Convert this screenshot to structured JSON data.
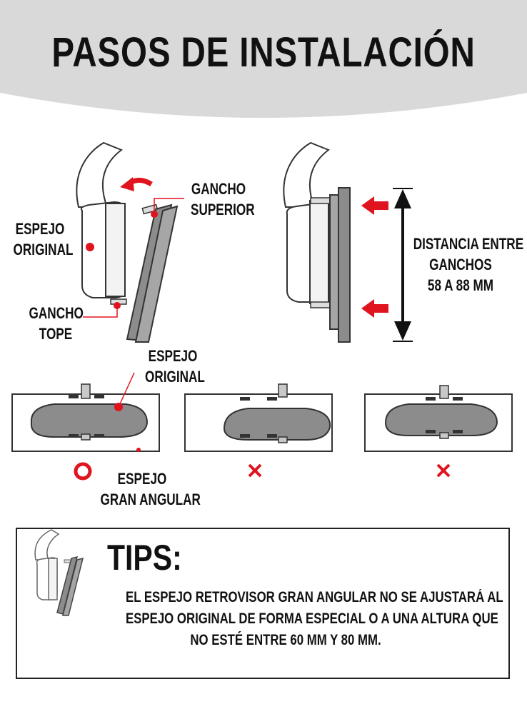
{
  "title": "PASOS DE INSTALACIÓN",
  "labels": {
    "gancho_superior": [
      "GANCHO",
      "SUPERIOR"
    ],
    "espejo_original_top": [
      "ESPEJO",
      "ORIGINAL"
    ],
    "gancho_tope": [
      "GANCHO",
      "TOPE"
    ],
    "distancia": [
      "DISTANCIA ENTRE",
      "GANCHOS",
      "58 A 88 MM"
    ],
    "espejo_original_mid": [
      "ESPEJO",
      "ORIGINAL"
    ],
    "espejo_gran_angular": [
      "ESPEJO",
      "GRAN ANGULAR"
    ]
  },
  "fit_marks": [
    {
      "icon": "correct-circle-icon",
      "color": "#e0141e"
    },
    {
      "icon": "wrong-cross-icon",
      "color": "#e0141e"
    },
    {
      "icon": "wrong-cross-icon",
      "color": "#e0141e"
    }
  ],
  "tips": {
    "title": "TIPS:",
    "lines": [
      "EL ESPEJO RETROVISOR GRAN ANGULAR NO SE AJUSTARÁ AL",
      "ESPEJO ORIGINAL DE FORMA ESPECIAL O A UNA ALTURA QUE",
      "NO ESTÉ ENTRE 60 MM Y 80 MM."
    ]
  },
  "colors": {
    "accent": "#e0141e",
    "header_bg": "#d9d9d9",
    "panel_gray": "#8c8c8c"
  }
}
